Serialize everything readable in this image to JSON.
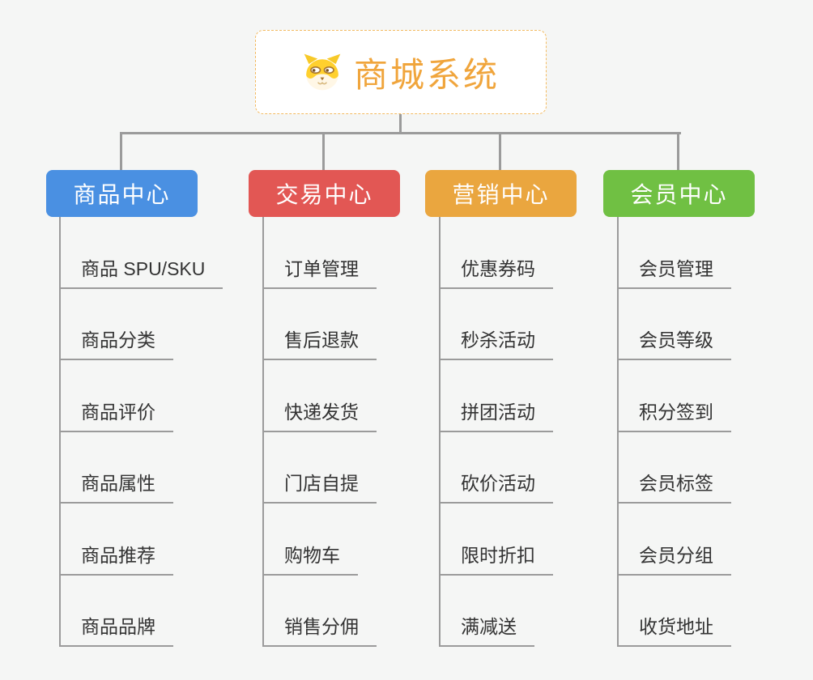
{
  "root": {
    "label": "商城系统",
    "icon": "dog-icon",
    "text_color": "#f0a53c",
    "border_color": "#f3ba60",
    "background": "#ffffff"
  },
  "branches": [
    {
      "label": "商品中心",
      "color": "#4a90e2",
      "children": [
        "商品 SPU/SKU",
        "商品分类",
        "商品评价",
        "商品属性",
        "商品推荐",
        "商品品牌"
      ]
    },
    {
      "label": "交易中心",
      "color": "#e25754",
      "children": [
        "订单管理",
        "售后退款",
        "快递发货",
        "门店自提",
        "购物车",
        "销售分佣"
      ]
    },
    {
      "label": "营销中心",
      "color": "#eaa63f",
      "children": [
        "优惠券码",
        "秒杀活动",
        "拼团活动",
        "砍价活动",
        "限时折扣",
        "满减送"
      ]
    },
    {
      "label": "会员中心",
      "color": "#70c043",
      "children": [
        "会员管理",
        "会员等级",
        "积分签到",
        "会员标签",
        "会员分组",
        "收货地址"
      ]
    }
  ],
  "style": {
    "connector_color": "#9b9b9b",
    "leaf_underline_color": "#9b9b9b",
    "leaf_text_color": "#333333",
    "canvas_background": "#f5f6f5"
  }
}
